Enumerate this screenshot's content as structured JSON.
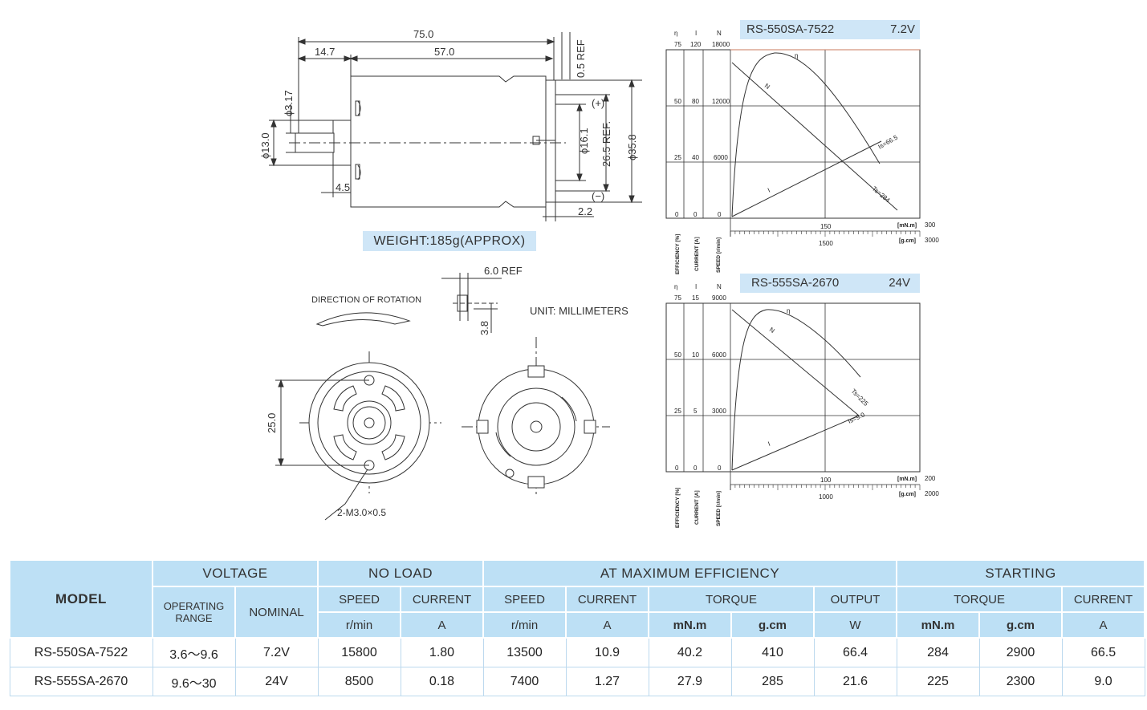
{
  "drawing": {
    "dims": {
      "overall_length": "75.0",
      "body_length": "57.0",
      "shaft_length": "14.7",
      "flange_ref": "0.5 REF",
      "shaft_dia": "ϕ3.17",
      "boss_dia": "ϕ13.0",
      "boss_len": "4.5",
      "terminal_pitch": "26.5 REF.",
      "flange_dia": "ϕ16.1",
      "body_dia": "ϕ35.8",
      "rear_gap": "2.2",
      "terminal_ref": "6.0 REF",
      "terminal_h": "3.8",
      "hole_pitch": "25.0",
      "screw_holes": "2-M3.0×0.5"
    },
    "plus_mark": "(+)",
    "minus_mark": "(−)",
    "direction_label": "DIRECTION OF ROTATION",
    "unit_label": "UNIT: MILLIMETERS"
  },
  "weight_label": "WEIGHT:185g(APPROX)",
  "charts": [
    {
      "model": "RS-550SA-7522",
      "voltage": "7.2V",
      "axis_heads": [
        "η",
        "I",
        "N"
      ],
      "axis_units": [
        "EFFICIENCY [%]",
        "CURRENT [A]",
        "SPEED [r/min]"
      ],
      "y_ticks_eff": [
        "75",
        "50",
        "25",
        "0"
      ],
      "y_ticks_current": [
        "120",
        "80",
        "40",
        "0"
      ],
      "y_ticks_speed": [
        "18000",
        "12000",
        "6000",
        "0"
      ],
      "x_unit_top": "[mN.m]",
      "x_unit_bottom": "[g.cm]",
      "x_tick_top": "150",
      "x_tick_bottom": "1500",
      "x_max_top": "300",
      "x_max_bottom": "3000",
      "curve_labels": [
        "η",
        "N",
        "I"
      ],
      "end_labels": [
        "Is=66.5",
        "Ts=284"
      ]
    },
    {
      "model": "RS-555SA-2670",
      "voltage": "24V",
      "axis_heads": [
        "η",
        "I",
        "N"
      ],
      "axis_units": [
        "EFFICIENCY [%]",
        "CURRENT [A]",
        "SPEED [r/min]"
      ],
      "y_ticks_eff": [
        "75",
        "50",
        "25",
        "0"
      ],
      "y_ticks_current": [
        "15",
        "10",
        "5",
        "0"
      ],
      "y_ticks_speed": [
        "9000",
        "6000",
        "3000",
        "0"
      ],
      "x_unit_top": "[mN.m]",
      "x_unit_bottom": "[g.cm]",
      "x_tick_top": "100",
      "x_tick_bottom": "1000",
      "x_max_top": "200",
      "x_max_bottom": "2000",
      "curve_labels": [
        "η",
        "N",
        "I"
      ],
      "end_labels": [
        "Ts=225",
        "Is=9.0"
      ]
    }
  ],
  "table": {
    "model_header": "MODEL",
    "groups": [
      "VOLTAGE",
      "NO LOAD",
      "AT MAXIMUM EFFICIENCY",
      "STARTING"
    ],
    "sub": {
      "operating_range": "OPERATING RANGE",
      "nominal": "NOMINAL",
      "speed": "SPEED",
      "current": "CURRENT",
      "torque": "TORQUE",
      "output": "OUTPUT"
    },
    "units": [
      "r/min",
      "A",
      "r/min",
      "A",
      "mN.m",
      "g.cm",
      "W",
      "mN.m",
      "g.cm",
      "A"
    ],
    "rows": [
      [
        "RS-550SA-7522",
        "3.6～9.6",
        "7.2V",
        "15800",
        "1.80",
        "13500",
        "10.9",
        "40.2",
        "410",
        "66.4",
        "284",
        "2900",
        "66.5"
      ],
      [
        "RS-555SA-2670",
        "9.6～30",
        "24V",
        "8500",
        "0.18",
        "7400",
        "1.27",
        "27.9",
        "285",
        "21.6",
        "225",
        "2300",
        "9.0"
      ]
    ]
  }
}
